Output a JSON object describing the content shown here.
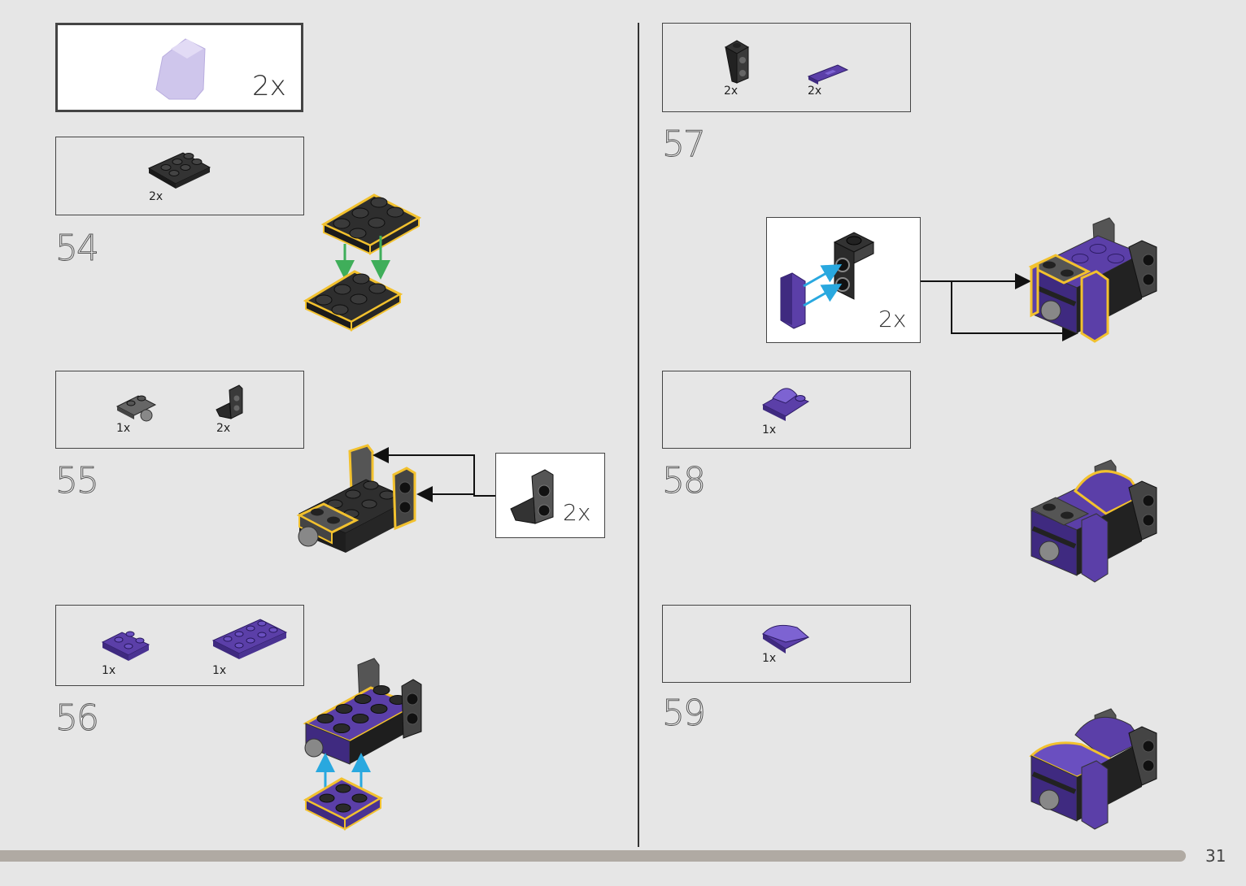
{
  "colors": {
    "black_brick": "#2b2b2b",
    "grey_brick": "#5a5a5a",
    "purple_brick": "#5b3fa8",
    "highlight": "#f2c12e",
    "arrow_green": "#3fae5a",
    "arrow_blue": "#29a8df"
  },
  "steps": [
    {
      "number": "54",
      "parts": [
        {
          "qty": "2x",
          "icon": "black-plate-2x3"
        }
      ]
    },
    {
      "number": "55",
      "parts": [
        {
          "qty": "1x",
          "icon": "grey-plate-with-ball"
        },
        {
          "qty": "2x",
          "icon": "black-bracket"
        }
      ],
      "callout_qty": "2x"
    },
    {
      "number": "56",
      "parts": [
        {
          "qty": "1x",
          "icon": "purple-plate-2x2"
        },
        {
          "qty": "1x",
          "icon": "purple-plate-2x4"
        }
      ]
    },
    {
      "number": "57",
      "parts": [
        {
          "qty": "2x",
          "icon": "black-bracket-vertical"
        },
        {
          "qty": "2x",
          "icon": "purple-tile-1x2"
        }
      ],
      "callout_qty": "2x"
    },
    {
      "number": "58",
      "parts": [
        {
          "qty": "1x",
          "icon": "purple-curved-slope"
        }
      ]
    },
    {
      "number": "59",
      "parts": [
        {
          "qty": "1x",
          "icon": "purple-curved-tile"
        }
      ]
    }
  ],
  "prev_callout_qty": "2x",
  "page_number": "31"
}
